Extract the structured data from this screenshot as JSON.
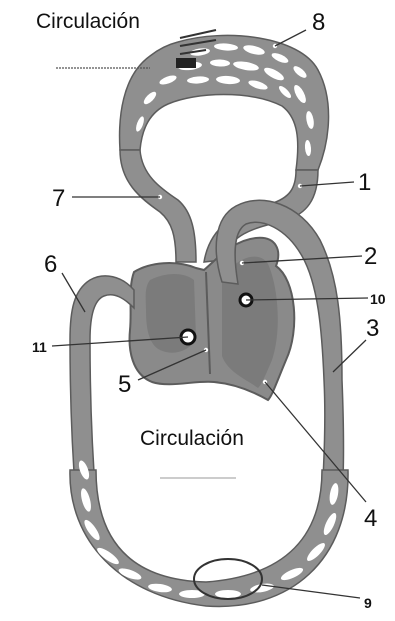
{
  "title_top": "Circulación",
  "title_middle": "Circulación",
  "labels": {
    "l1": "1",
    "l2": "2",
    "l3": "3",
    "l4": "4",
    "l5": "5",
    "l6": "6",
    "l7": "7",
    "l8": "8",
    "l9": "9",
    "l10": "10",
    "l11": "11"
  },
  "colors": {
    "vessel_fill": "#8f8f8f",
    "vessel_dark": "#5c5c5c",
    "heart_fill": "#8a8a8a",
    "heart_inner": "#6f6f6f",
    "capillary_hole": "#ffffff",
    "leader_line": "#333333"
  }
}
